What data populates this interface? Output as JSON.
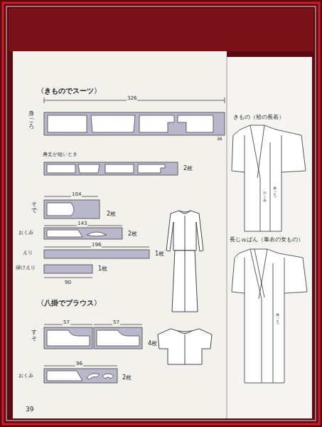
{
  "diagram": {
    "labels": [
      "〈きものでスーツ〉",
      "326",
      "身ごろ",
      "36",
      "身丈が短いとき",
      "2枚",
      "104",
      "そで",
      "2枚",
      "143",
      "おくみ",
      "2枚",
      "えり",
      "196",
      "1枚",
      "掛けえり",
      "1枚",
      "90",
      "〈八掛でブラウス〉",
      "57",
      "57",
      "すそ",
      "4枚",
      "96",
      "おくみ",
      "2枚",
      "39",
      "きもの（袷の長着）",
      "長じゅばん（単衣の女もの）",
      "身ごろ",
      "おくみ",
      "身ごろ"
    ]
  }
}
